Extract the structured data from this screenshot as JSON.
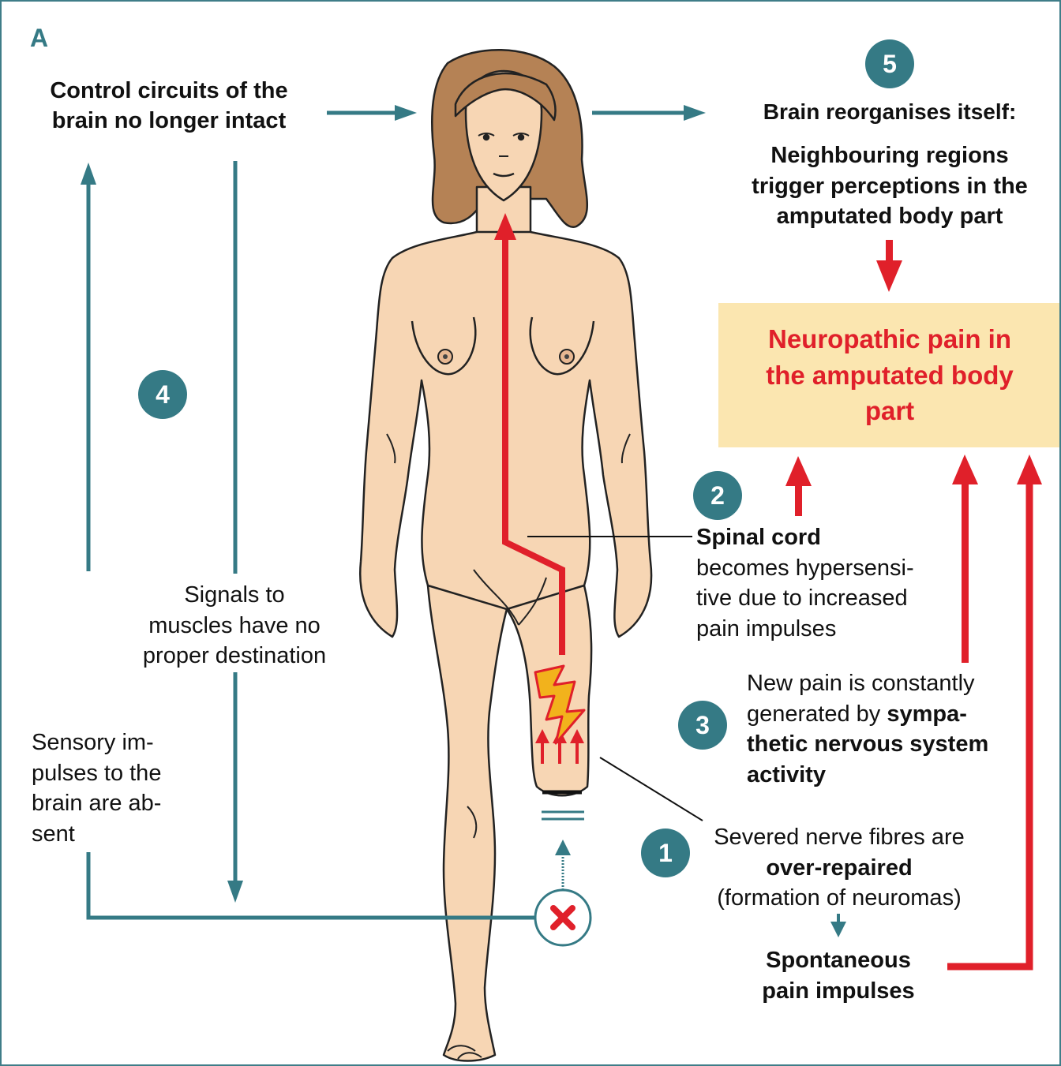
{
  "panel_label": "A",
  "badges": {
    "b1": "1",
    "b2": "2",
    "b3": "3",
    "b4": "4",
    "b5": "5"
  },
  "control_circuits": {
    "line1": "Control circuits of the",
    "line2": "brain no longer intact"
  },
  "reorganise": {
    "title": "Brain reorganises itself:",
    "line1": "Neighbouring regions",
    "line2": "trigger perceptions in the",
    "line3": "amputated body part"
  },
  "pain_box": {
    "line1": "Neuropathic pain in",
    "line2": "the amputated body",
    "line3": "part"
  },
  "spinal": {
    "title": "Spinal cord",
    "line1": "becomes hypersensi-",
    "line2": "tive due to increased",
    "line3": "pain impulses"
  },
  "signals": {
    "line1": "Signals to",
    "line2": "muscles have no",
    "line3": "proper destination"
  },
  "sympathetic": {
    "line1": "New pain is constantly",
    "line2_plain": "generated by ",
    "line2_bold": "sympa-",
    "line3": "thetic nervous system",
    "line4": "activity"
  },
  "sensory": {
    "line1": "Sensory im-",
    "line2": "pulses to the",
    "line3": "brain are ab-",
    "line4": "sent"
  },
  "severed": {
    "line1": "Severed nerve fibres are",
    "line2": "over-repaired",
    "line3": "(formation of neuromas)"
  },
  "spontaneous": {
    "line1": "Spontaneous",
    "line2": "pain impulses"
  },
  "colors": {
    "teal": "#357a85",
    "red": "#e0202a",
    "skin": "#f7d6b4",
    "hair": "#b58255",
    "box": "#fbe6b0"
  }
}
